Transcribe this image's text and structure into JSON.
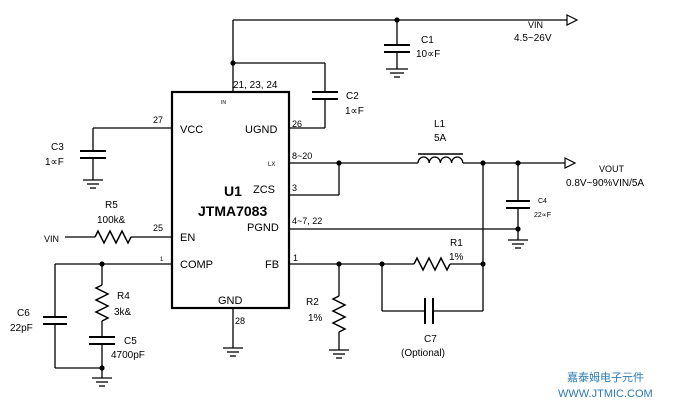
{
  "ic": {
    "ref": "U1",
    "part": "JTMA7083",
    "pins": {
      "vin_name": "IN",
      "vin_num": "21, 23, 24",
      "vcc": "VCC",
      "vcc_num": "27",
      "ugnd": "UGND",
      "ugnd_num": "26",
      "lx": "LX",
      "lx_num": "8~20",
      "zcs": "ZCS",
      "zcs_num": "3",
      "pgnd": "PGND",
      "pgnd_num": "4~7, 22",
      "en": "EN",
      "en_num": "25",
      "comp": "COMP",
      "comp_num": "1",
      "fb": "FB",
      "fb_num": "1",
      "gnd": "GND",
      "gnd_num": "28"
    }
  },
  "components": {
    "c1": {
      "ref": "C1",
      "value": "10∝F"
    },
    "c2": {
      "ref": "C2",
      "value": "1∝F"
    },
    "c3": {
      "ref": "C3",
      "value": "1∝F"
    },
    "c4": {
      "ref": "C4",
      "value": "22∝F"
    },
    "c5": {
      "ref": "C5",
      "value": "4700pF"
    },
    "c6": {
      "ref": "C6",
      "value": "22pF"
    },
    "c7": {
      "ref": "C7",
      "value": "(Optional)"
    },
    "l1": {
      "ref": "L1",
      "value": "5A"
    },
    "r1": {
      "ref": "R1",
      "value": "1%"
    },
    "r2": {
      "ref": "R2",
      "value": "1%"
    },
    "r4": {
      "ref": "R4",
      "value": "3k&"
    },
    "r5": {
      "ref": "R5",
      "value": "100k&"
    }
  },
  "nets": {
    "vin_label": "VIN",
    "vin_range": "4.5~26V",
    "vin_en_label": "VIN",
    "vout_label": "VOUT",
    "vout_range": "0.8V~90%VIN/5A"
  },
  "watermark": {
    "cn": "嘉泰姆电子元件",
    "url": "WWW.JTMIC.COM"
  }
}
